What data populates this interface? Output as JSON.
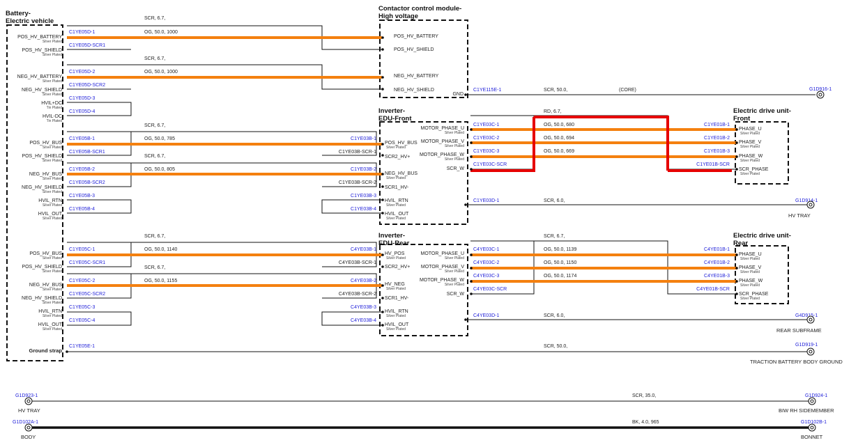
{
  "components": {
    "battery": [
      "Battery-",
      "Electric vehicle"
    ],
    "contactor": [
      "Contactor control module-",
      "High voltage"
    ],
    "inv_front": [
      "Inverter-",
      "EDU-Front"
    ],
    "edu_front": [
      "Electric drive unit-",
      "Front"
    ],
    "inv_rear": [
      "Inverter-",
      "EDU-Rear"
    ],
    "edu_rear": [
      "Electric drive unit-",
      "Rear"
    ],
    "ground_strap": "Ground strap"
  },
  "pins": {
    "bat": {
      "pos_hv_battery": "POS_HV_BATTERY",
      "pos_hv_shield": "POS_HV_SHIELD",
      "neg_hv_battery": "NEG_HV_BATTERY",
      "neg_hv_shield": "NEG_HV_SHIELD",
      "hvil_dc_plus": "HVIL+DC",
      "hvil_dc_minus": "HVIL-DC",
      "pos_hv_bus_f": "POS_HV_BUS",
      "pos_hv_shield_f": "POS_HV_SHIELD",
      "neg_hv_bus_f": "NEG_HV_BUS",
      "neg_hv_shield_f": "NEG_HV_SHIELD",
      "hvil_rtn_f": "HVIL_RTN",
      "hvil_out_f": "HVIL_OUT",
      "pos_hv_bus_r": "POS_HV_BUS",
      "pos_hv_shield_r": "POS_HV_SHIELD",
      "neg_hv_bus_r": "NEG_HV_BUS",
      "neg_hv_shield_r": "NEG_HV_SHIELD",
      "hvil_rtn_r": "HVIL_RTN",
      "hvil_out_r": "HVIL_OUT"
    },
    "ccm": {
      "pos_hv_battery": "POS_HV_BATTERY",
      "pos_hv_shield": "POS_HV_SHIELD",
      "neg_hv_battery": "NEG_HV_BATTERY",
      "neg_hv_shield": "NEG_HV_SHIELD",
      "gnd": "GND"
    },
    "invf": {
      "pos_hv_bus": "POS_HV_BUS",
      "scr2_hv": "SCR2_HV+",
      "neg_hv_bus": "NEG_HV_BUS",
      "scr1_hv": "SCR1_HV-",
      "hvil_rtn": "HVIL_RTN",
      "hvil_out": "HVIL_OUT",
      "motor_u": "MOTOR_PHASE_U",
      "motor_v": "MOTOR_PHASE_V",
      "motor_w": "MOTOR_PHASE_W",
      "scr_w": "SCR_W"
    },
    "eduf": {
      "phase_u": "PHASE_U",
      "phase_v": "PHASE_V",
      "phase_w": "PHASE_W",
      "scr_phase": "SCR_PHASE"
    },
    "invr": {
      "hv_pos": "HV_POS",
      "scr2_hv": "SCR2_HV+",
      "hv_neg": "HV_NEG",
      "scr1_hv": "SCR1_HV-",
      "hvil_rtn": "HVIL_RTN",
      "hvil_out": "HVIL_OUT",
      "motor_u": "MOTOR_PHASE_U",
      "motor_v": "MOTOR_PHASE_V",
      "motor_w": "MOTOR_PHASE_W",
      "scr_w": "SCR_W"
    },
    "edur": {
      "phase_u": "PHASE_U",
      "phase_v": "PHASE_V",
      "phase_w": "PHASE_W",
      "scr_phase": "SCR_PHASE"
    }
  },
  "plating": {
    "silver": "Silver Plated",
    "tin": "Tin Plated"
  },
  "connectors": {
    "c1ye05d_1": "C1YE05D-1",
    "c1ye05d_scr1": "C1YE05D-SCR1",
    "c1ye05d_2": "C1YE05D-2",
    "c1ye05d_scr2": "C1YE05D-SCR2",
    "c1ye05d_3": "C1YE05D-3",
    "c1ye05d_4": "C1YE05D-4",
    "c1ye05b_1": "C1YE05B-1",
    "c1ye05b_scr1": "C1YE05B-SCR1",
    "c1ye05b_2": "C1YE05B-2",
    "c1ye05b_scr2": "C1YE05B-SCR2",
    "c1ye05b_3": "C1YE05B-3",
    "c1ye05b_4": "C1YE05B-4",
    "c1ye05c_1": "C1YE05C-1",
    "c1ye05c_scr1": "C1YE05C-SCR1",
    "c1ye05c_2": "C1YE05C-2",
    "c1ye05c_scr2": "C1YE05C-SCR2",
    "c1ye05c_3": "C1YE05C-3",
    "c1ye05c_4": "C1YE05C-4",
    "c1ye05e_1": "C1YE05E-1",
    "c1ye03b_1": "C1YE03B-1",
    "c1ye03b_scr1": "C1YE03B-SCR-1",
    "c1ye03b_2": "C1YE03B-2",
    "c1ye03b_scr2": "C1YE03B-SCR-2",
    "c1ye03b_3": "C1YE03B-3",
    "c1ye03b_4": "C1YE03B-4",
    "c4ye03b_1": "C4YE03B-1",
    "c4ye03b_scr1": "C4YE03B-SCR-1",
    "c4ye03b_2": "C4YE03B-2",
    "c4ye03b_scr2": "C4YE03B-SCR-2",
    "c4ye03b_3": "C4YE03B-3",
    "c4ye03b_4": "C4YE03B-4",
    "c1ye115e_1": "C1YE115E-1",
    "c1ye03c_1": "C1YE03C-1",
    "c1ye03c_2": "C1YE03C-2",
    "c1ye03c_3": "C1YE03C-3",
    "c1ye03c_scr": "C1YE03C-SCR",
    "c1ye01b_1": "C1YE01B-1",
    "c1ye01b_2": "C1YE01B-2",
    "c1ye01b_3": "C1YE01B-3",
    "c1ye01b_scr": "C1YE01B-SCR",
    "c1ye03d_1": "C1YE03D-1",
    "c4ye03c_1": "C4YE03C-1",
    "c4ye03c_2": "C4YE03C-2",
    "c4ye03c_3": "C4YE03C-3",
    "c4ye03c_scr": "C4YE03C-SCR",
    "c4ye01b_1": "C4YE01B-1",
    "c4ye01b_2": "C4YE01B-2",
    "c4ye01b_3": "C4YE01B-3",
    "c4ye01b_scr": "C4YE01B-SCR",
    "c4ye03d_1": "C4YE03D-1",
    "g1d916_1": "G1D916-1",
    "g1d914_1": "G1D914-1",
    "g4d915_1": "G4D915-1",
    "g1d919_1": "G1D919-1",
    "g1d923_1": "G1D923-1",
    "g1d924_1": "G1D924-1",
    "g1d102a_1": "G1D102A-1",
    "g1d102b_1": "G1D102B-1"
  },
  "wires": {
    "scr_67": "SCR,  6.7,",
    "og_1000": "OG,  50.0,  1000",
    "scr_50": "SCR,  50.0,",
    "core": "(CORE)",
    "og_785": "OG,  50.0,  785",
    "og_805": "OG,  50.0,  805",
    "rd_67": "RD,  6.7,",
    "og_680": "OG,  50.0,  680",
    "og_694": "OG,  50.0,  694",
    "og_669": "OG,  50.0,  669",
    "scr_60": "SCR,  6.0,",
    "og_1140": "OG,  50.0,  1140",
    "og_1155": "OG,  50.0,  1155",
    "og_1139": "OG,  50.0,  1139",
    "og_1150": "OG,  50.0,  1150",
    "og_1174": "OG,  50.0,  1174",
    "scr_350": "SCR,  35.0,",
    "bk_965": "BK,  4.0,  965"
  },
  "grounds": {
    "hv_tray": "HV TRAY",
    "rear_subframe": "REAR SUBFRAME",
    "traction_battery_body_ground": "TRACTION BATTERY BODY GROUND",
    "biw_rh_sidemember": "BIW RH SIDEMEMBER",
    "body": "BODY",
    "bonnet": "BONNET"
  },
  "colors": {
    "hv_wire": "#f4800f",
    "connector_text": "#1c1cd8",
    "highlight": "#e60000",
    "line": "#111111"
  }
}
